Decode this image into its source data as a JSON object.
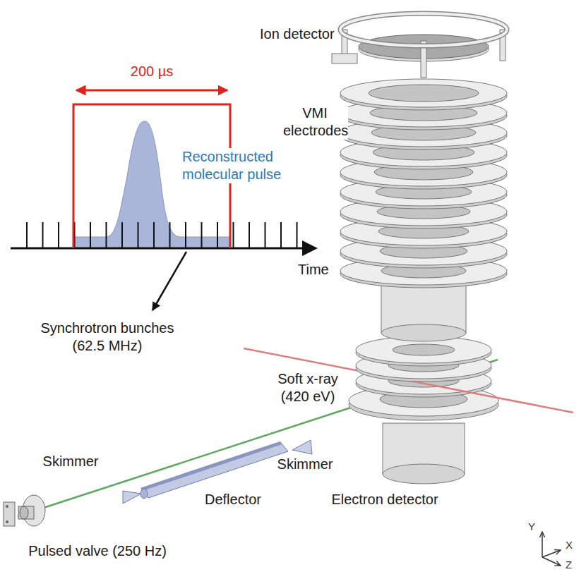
{
  "diagram": {
    "labels": [
      "200 µs",
      "Reconstructed molecular pulse",
      "Time",
      "Synchrotron bunches (62.5 MHz)",
      "Ion detector",
      "VMI electrodes",
      "Soft x-ray (420 eV)",
      "Skimmer",
      "Deflector",
      "Skimmer",
      "Electron detector",
      "Pulsed valve (250 Hz)",
      "Y",
      "X",
      "Z"
    ]
  }
}
